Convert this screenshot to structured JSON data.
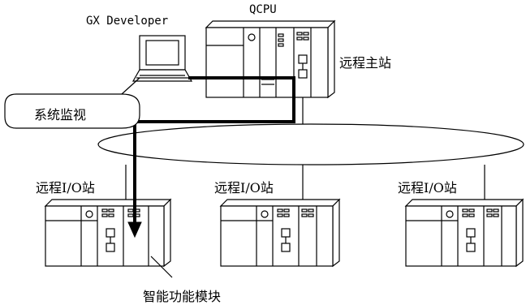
{
  "labels": {
    "software": "GX Developer",
    "cpu": "QCPU",
    "master_station": "远程主站",
    "monitor_callout": "系统监视",
    "remote_io_1": "远程I/O站",
    "remote_io_2": "远程I/O站",
    "remote_io_3": "远程I/O站",
    "intelligent_module": "智能功能模块"
  },
  "colors": {
    "line": "#000000",
    "fill": "#ffffff",
    "monitor_path": "#000000"
  }
}
